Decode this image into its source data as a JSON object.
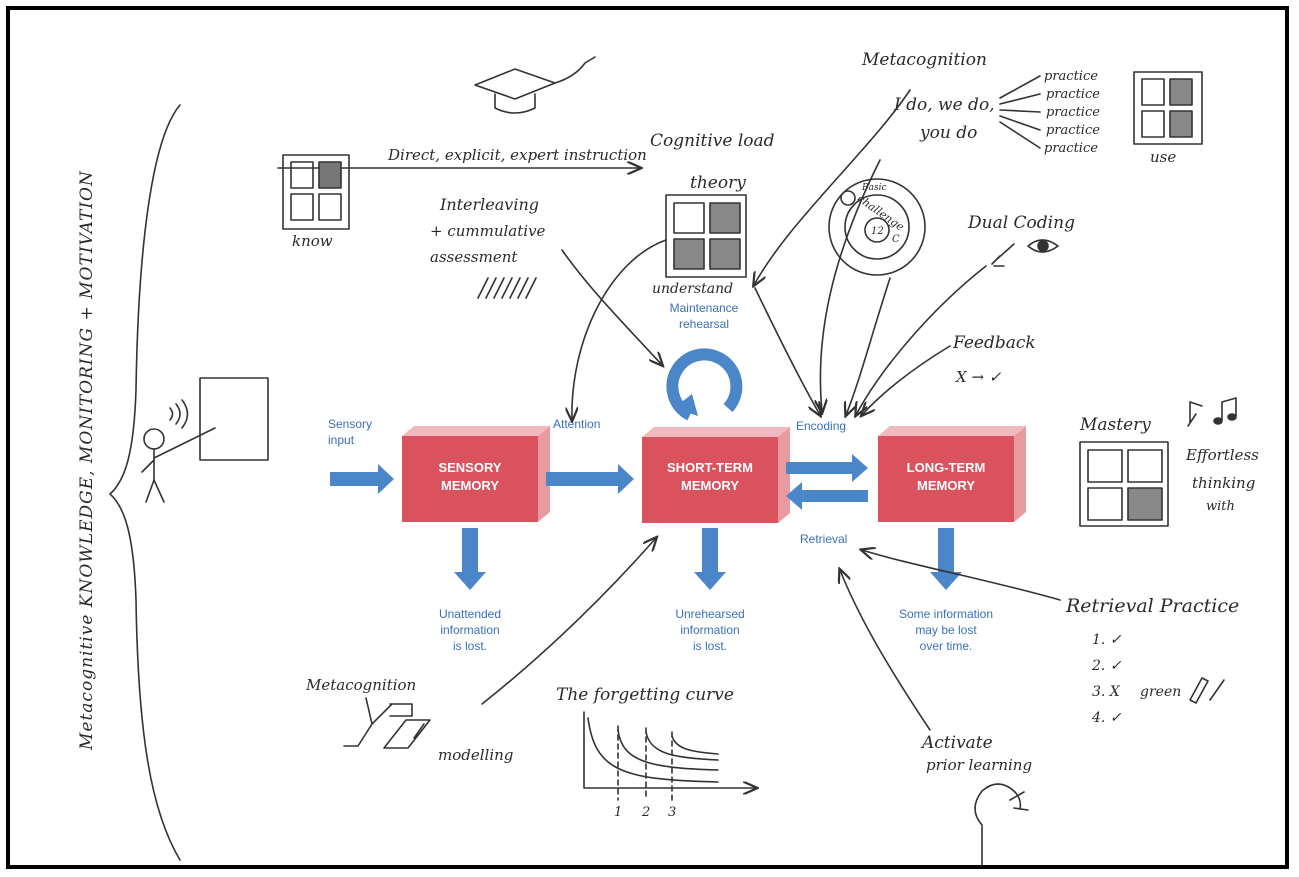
{
  "side_label": "Metacognitive KNOWLEDGE, MONITORING + MOTIVATION",
  "blocks": {
    "sensory": [
      "SENSORY",
      "MEMORY"
    ],
    "short_term": [
      "SHORT-TERM",
      "MEMORY"
    ],
    "long_term": [
      "LONG-TERM",
      "MEMORY"
    ]
  },
  "flow_labels": {
    "sensory_input": [
      "Sensory",
      "input"
    ],
    "attention": "Attention",
    "encoding": "Encoding",
    "retrieval": "Retrieval",
    "maintenance": [
      "Maintenance",
      "rehearsal"
    ],
    "unattended": [
      "Unattended",
      "information",
      "is lost."
    ],
    "unrehearsed": [
      "Unrehearsed",
      "information",
      "is lost."
    ],
    "some_info": [
      "Some information",
      "may be lost",
      "over time."
    ]
  },
  "notes": {
    "direct_instruction": "Direct, explicit, expert instruction",
    "cognitive_load": "Cognitive load",
    "theory": "theory",
    "know": "know",
    "interleaving": [
      "Interleaving",
      "+ cummulative",
      "assessment"
    ],
    "understand": "understand",
    "metacognition_top": "Metacognition",
    "i_do": [
      "I do, we do,",
      "you do"
    ],
    "practice": [
      "practice",
      "practice",
      "practice",
      "practice",
      "practice"
    ],
    "use": "use",
    "challenge": [
      "Basic",
      "challenge",
      "12",
      "C"
    ],
    "dual_coding": "Dual Coding",
    "feedback": "Feedback",
    "feedback_marks": "X → ✓",
    "mastery": "Mastery",
    "effortless": [
      "Effortless",
      "thinking",
      "with"
    ],
    "retrieval_practice": "Retrieval Practice",
    "retrieval_list": [
      "1. ✓",
      "2. ✓",
      "3. X",
      "4. ✓"
    ],
    "green": "green",
    "metacognition_bottom": "Metacognition",
    "modelling": "modelling",
    "forgetting_curve": "The forgetting curve",
    "curve_ticks": [
      "1",
      "2",
      "3"
    ],
    "activate": [
      "Activate",
      "prior learning"
    ]
  },
  "colors": {
    "block_red": "#d9525e",
    "block_side": "#f0b9bd",
    "arrow_blue": "#4a86c8",
    "text_blue": "#3a6fb5"
  }
}
